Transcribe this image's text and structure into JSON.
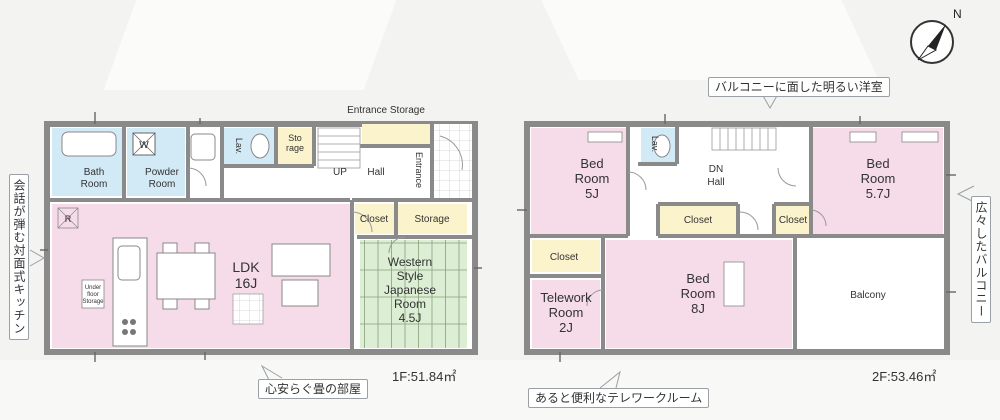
{
  "floor1": {
    "area": "1F:51.84㎡",
    "rooms": {
      "bath": [
        "Bath",
        "Room"
      ],
      "w": "W",
      "powder": [
        "Powder",
        "Room"
      ],
      "lav": "Lav.",
      "storage_small": [
        "Sto",
        "rage"
      ],
      "entrance_storage": "Entrance Storage",
      "up": "UP",
      "hall": "Hall",
      "entrance": "Entrance",
      "closet": "Closet",
      "storage": "Storage",
      "ldk": [
        "LDK",
        "16J"
      ],
      "r": "R",
      "underfloor": [
        "Under",
        "floor",
        "Storage"
      ],
      "japanese": [
        "Western",
        "Style",
        "Japanese",
        "Room",
        "4.5J"
      ]
    }
  },
  "floor2": {
    "area": "2F:53.46㎡",
    "rooms": {
      "bed1": [
        "Bed",
        "Room",
        "5J"
      ],
      "lav": "Lav.",
      "dn": "DN",
      "hall": "Hall",
      "bed2": [
        "Bed",
        "Room",
        "5.7J"
      ],
      "closet": "Closet",
      "bed3": [
        "Bed",
        "Room",
        "8J"
      ],
      "balcony": "Balcony",
      "telework": [
        "Telework",
        "Room",
        "2J"
      ]
    }
  },
  "callouts": {
    "western_room": "バルコニーに面した明るい洋室",
    "kitchen": "会話が弾む対面式キッチン",
    "tatami": "心安らぐ畳の部屋",
    "balcony": "広々したバルコニー",
    "telework": "あると便利なテレワークルーム"
  },
  "compass": {
    "label": "N"
  },
  "colors": {
    "room_pink": "#f6dbe8",
    "room_blue": "#d2e9f6",
    "room_green": "#dcefd4",
    "room_yellow": "#fbf3cc",
    "wall": "#8a8a8a"
  }
}
